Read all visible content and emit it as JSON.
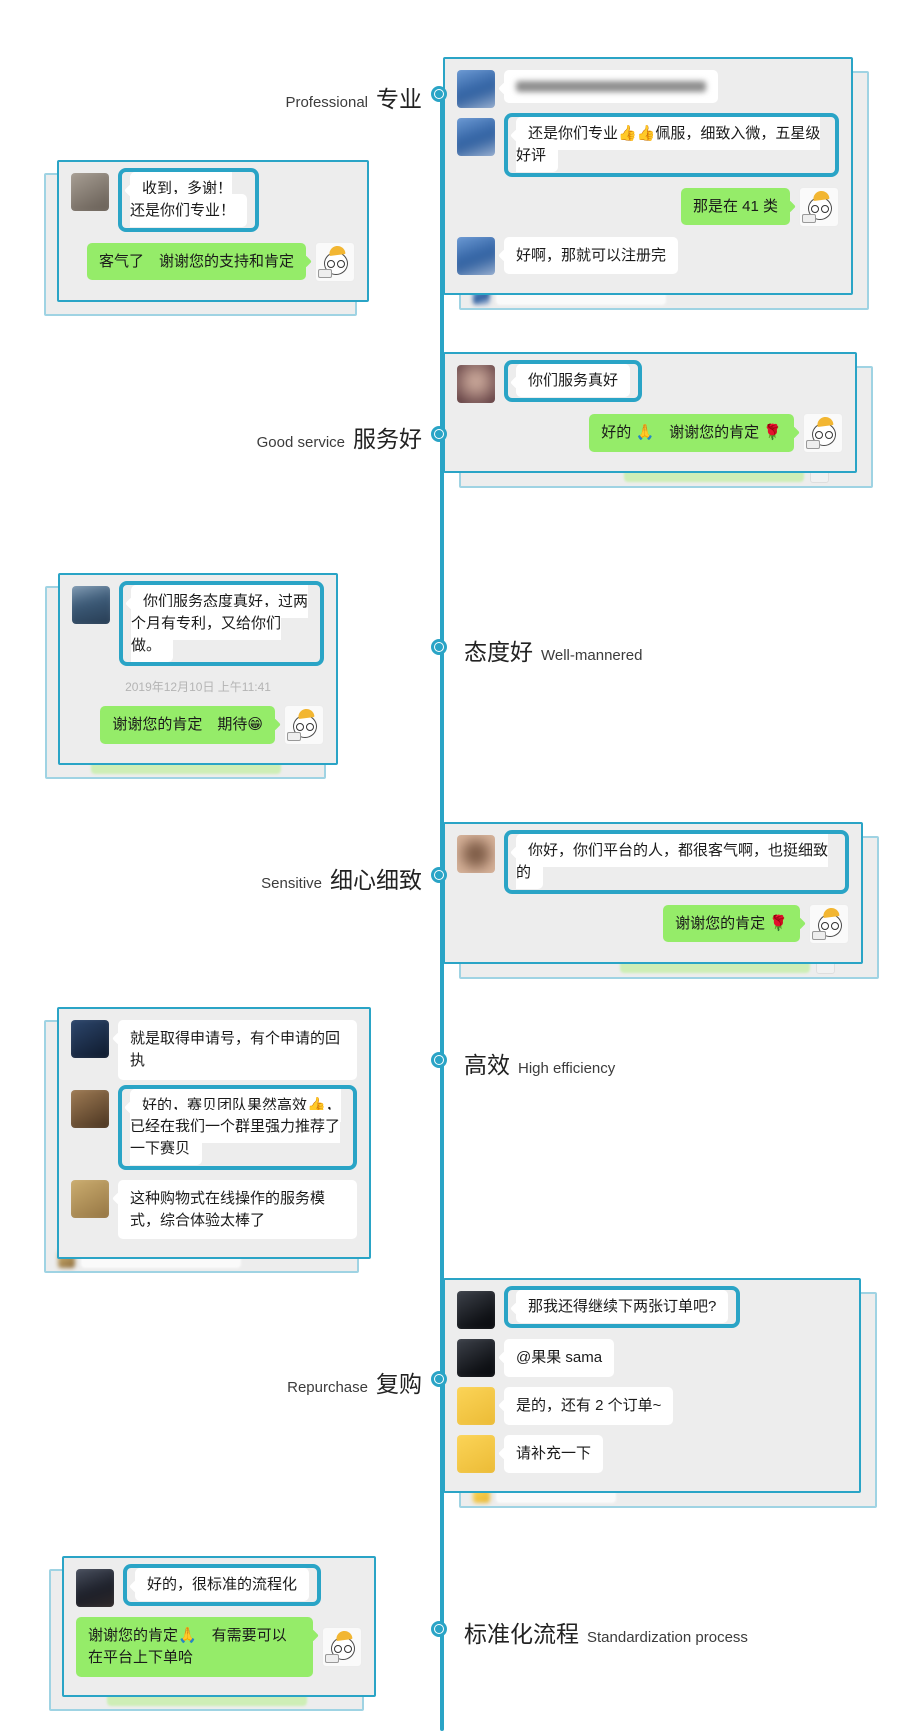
{
  "theme": {
    "accent": "#2aa4c6",
    "accent_light": "#9fd3e3",
    "card_bg": "#ededed",
    "bubble_green": "#95ec69",
    "bubble_green_faded": "#c4efa4",
    "text_dark": "#1a1a1a",
    "timestamp_gray": "#b4b4b4",
    "page_bg": "#ffffff"
  },
  "sections": [
    {
      "en": "Professional",
      "zh": "专业"
    },
    {
      "en": "Good service",
      "zh": "服务好"
    },
    {
      "en": "Well-mannered",
      "zh": "态度好"
    },
    {
      "en": "Sensitive",
      "zh": "细心细致"
    },
    {
      "en": "High efficiency",
      "zh": "高效"
    },
    {
      "en": "Repurchase",
      "zh": "复购"
    },
    {
      "en": "Standardization process",
      "zh": "标准化流程"
    }
  ],
  "cards": [
    {
      "id": "professional-right-chat",
      "messages": [
        {
          "kind": "left",
          "blurred": true,
          "avatar": "blurred-blue"
        },
        {
          "kind": "left",
          "highlight": true,
          "avatar": "blurred-blue",
          "text": "还是你们专业👍👍佩服，细致入微，五星级好评"
        },
        {
          "kind": "right",
          "text": "那是在 41 类"
        },
        {
          "kind": "left",
          "avatar": "blurred-blue",
          "text": "好啊，那就可以注册完"
        }
      ]
    },
    {
      "id": "professional-left-chat",
      "messages": [
        {
          "kind": "left",
          "highlight": true,
          "avatar": "blurred-graybrown",
          "text": "收到，多谢！\n还是你们专业！"
        },
        {
          "kind": "right",
          "text": "客气了　谢谢您的支持和肯定"
        }
      ]
    },
    {
      "id": "good-service-chat",
      "messages": [
        {
          "kind": "left",
          "highlight": true,
          "avatar": "blurred-maroon",
          "text": "你们服务真好"
        },
        {
          "kind": "right",
          "text": "好的 🙏　谢谢您的肯定 🌹"
        }
      ]
    },
    {
      "id": "well-mannered-chat",
      "messages": [
        {
          "kind": "left",
          "highlight": true,
          "avatar": "blurred-bluegray",
          "text": "你们服务态度真好，过两个月有专利，又给你们做。"
        },
        {
          "kind": "timestamp",
          "text": "2019年12月10日 上午11:41"
        },
        {
          "kind": "right",
          "text": "谢谢您的肯定　期待😁"
        }
      ]
    },
    {
      "id": "sensitive-chat",
      "messages": [
        {
          "kind": "left",
          "highlight": true,
          "avatar": "blurred-tanring",
          "text": "你好，你们平台的人，都很客气啊，也挺细致的"
        },
        {
          "kind": "right",
          "text": "谢谢您的肯定 🌹"
        }
      ]
    },
    {
      "id": "high-efficiency-chat",
      "messages": [
        {
          "kind": "left",
          "avatar": "blurred-navy",
          "text": "就是取得申请号，有个申请的回执"
        },
        {
          "kind": "left",
          "highlight": true,
          "avatar": "blurred-brown",
          "text": "好的，赛贝团队果然高效👍，已经在我们一个群里强力推荐了一下赛贝"
        },
        {
          "kind": "left",
          "avatar": "blurred-tan",
          "text": "这种购物式在线操作的服务模式，综合体验太棒了"
        }
      ]
    },
    {
      "id": "repurchase-chat",
      "messages": [
        {
          "kind": "left",
          "highlight": true,
          "avatar": "blurred-black",
          "text": "那我还得继续下两张订单吧?"
        },
        {
          "kind": "left",
          "avatar": "blurred-black",
          "text": "@果果 sama"
        },
        {
          "kind": "left",
          "avatar": "blurred-yellow",
          "text": "是的，还有 2 个订单~"
        },
        {
          "kind": "left",
          "avatar": "blurred-yellow",
          "text": "请补充一下"
        }
      ]
    },
    {
      "id": "standardization-chat",
      "messages": [
        {
          "kind": "left",
          "highlight": true,
          "avatar": "blurred-darkperson",
          "text": "好的，很标准的流程化"
        },
        {
          "kind": "right",
          "text": "谢谢您的肯定🙏　有需要可以在平台上下单哈"
        }
      ]
    }
  ]
}
